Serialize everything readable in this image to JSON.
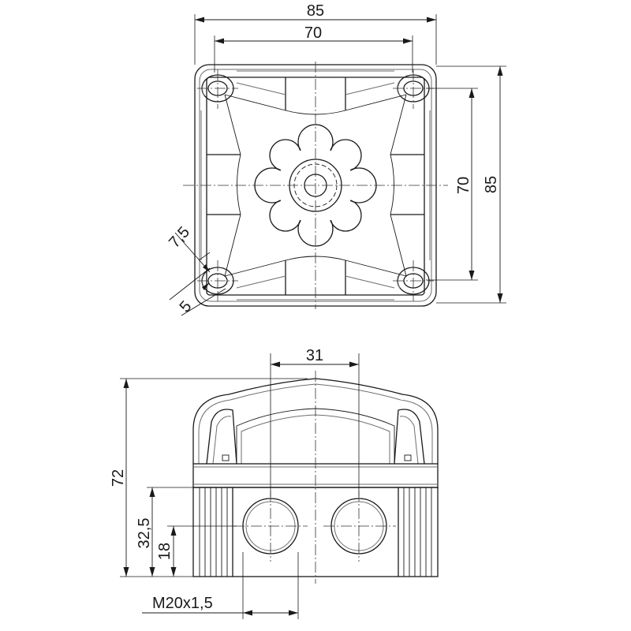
{
  "top_view": {
    "overall_width": "85",
    "hole_spacing_width": "70",
    "hole_spacing_height": "70",
    "overall_height": "85",
    "hole_slot_length": "7,5",
    "hole_diameter": "5"
  },
  "front_view": {
    "dome_width": "31",
    "total_height": "72",
    "entry_height": "32,5",
    "entry_center_height": "18",
    "thread_label": "M20x1,5"
  }
}
